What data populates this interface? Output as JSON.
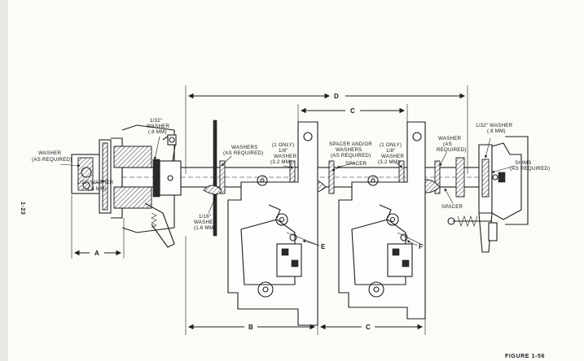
{
  "page": {
    "page_number": "1-23",
    "figure_label": "FIGURE 1-56"
  },
  "dimensions": {
    "A": "A",
    "B": "B",
    "C": "C",
    "D": "D"
  },
  "labels": {
    "washer_left": [
      "WASHER",
      "(AS REQUIRED)"
    ],
    "washer_132_inner": [
      "1/32\" WASHER",
      "(.8 MM)"
    ],
    "washer_132_top": [
      "1/32\"",
      "WASHER",
      "(.8 MM)"
    ],
    "washer_116": [
      "1/16\"",
      "WASHER",
      "(1.6 MM)"
    ],
    "washers_as_required": [
      "WASHERS",
      "(AS REQUIRED)"
    ],
    "washer_18_left": [
      "(1 ONLY)",
      "1/8\"",
      "WASHER",
      "(3.2 MM)"
    ],
    "spacer_washers": [
      "SPACER AND/OR",
      "WASHERS",
      "(AS REQUIRED)"
    ],
    "spacer_middle": "SPACER",
    "washer_18_right": [
      "(1 ONLY)",
      "1/8\"",
      "WASHER",
      "(3.2 MM)"
    ],
    "washer_right": [
      "WASHER",
      "(AS",
      "REQUIRED)"
    ],
    "washer_132_right": [
      "1/32\" WASHER",
      "(.8 MM)"
    ],
    "shims": [
      "SHIMS",
      "(AS REQUIRED)"
    ],
    "spacer_right": "SPACER",
    "mark_e": "E",
    "mark_f": "F"
  }
}
